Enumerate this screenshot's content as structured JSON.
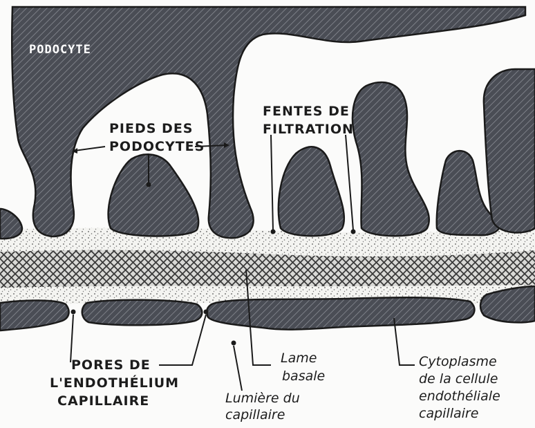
{
  "labels": {
    "podocyte": "PODOCYTE",
    "pieds_line1": "PIEDS DES",
    "pieds_line2": "PODOCYTES",
    "fentes_line1": "FENTES DE",
    "fentes_line2": "FILTRATION",
    "pores_line1": "PORES DE",
    "pores_line2": "L'ENDOTHÉLIUM",
    "pores_line3": "CAPILLAIRE",
    "lame_line1": "Lame",
    "lame_line2": "basale",
    "lumiere_line1": "Lumière du",
    "lumiere_line2": "capillaire",
    "cyto_line1": "Cytoplasme",
    "cyto_line2": "de la cellule",
    "cyto_line3": "endothéliale",
    "cyto_line4": "capillaire"
  },
  "colors": {
    "tissue": "#4a4d55",
    "hatch_line": "#8a8d94",
    "ink": "#1a1a1a",
    "paper": "#fbfbfa"
  }
}
